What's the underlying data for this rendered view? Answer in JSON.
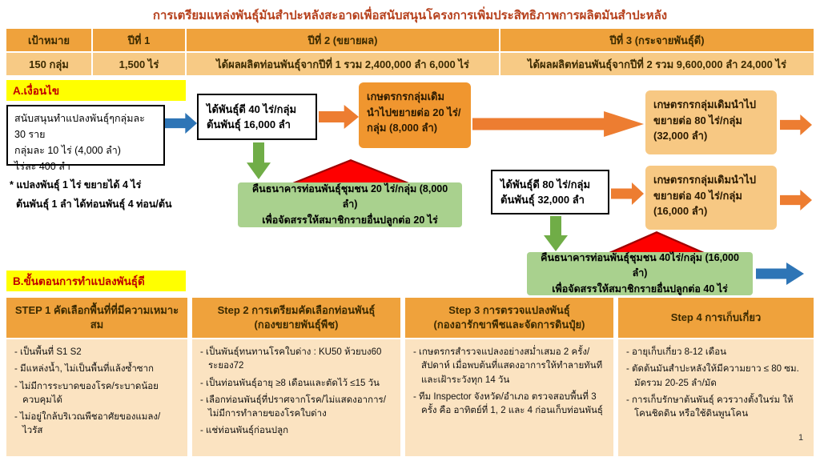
{
  "title": "การเตรียมแหล่งพันธุ์มันสำปะหลังสะอาดเพื่อสนับสนุนโครงการเพิ่มประสิทธิภาพการผลิตมันสำปะหลัง",
  "top_table": {
    "headers": [
      "เป้าหมาย",
      "ปีที่ 1",
      "ปีที่ 2 (ขยายผล)",
      "ปีที่ 3 (กระจายพันธุ์ดี)"
    ],
    "values": [
      "150 กลุ่ม",
      "1,500 ไร่",
      "ได้ผลผลิตท่อนพันธุ์จากปีที่ 1 รวม 2,400,000 ลำ 6,000 ไร่",
      "ได้ผลผลิตท่อนพันธุ์จากปีที่ 2 รวม 9,600,000 ลำ 24,000 ไร่"
    ]
  },
  "section_a": {
    "label": "A.เงื่อนไข",
    "support_box": [
      "สนับสนุนทำแปลงพันธุ์ๆกลุ่มละ 30 ราย",
      "กลุ่มละ 10 ไร่ (4,000 ลำ)",
      "ไร่ละ 400 ลำ"
    ],
    "note": [
      "* แปลงพันธุ์ 1 ไร่ ขยายได้ 4 ไร่",
      "ต้นพันธุ์ 1 ลำ ได้ท่อนพันธุ์ 4 ท่อน/ต้น"
    ]
  },
  "flow": {
    "year2_seed": [
      "ได้พันธุ์ดี 40 ไร่/กลุ่ม",
      "ต้นพันธุ์ 16,000 ลำ"
    ],
    "year2_expand": [
      "เกษตรกรกลุ่มเดิม",
      "นำไปขยายต่อ 20 ไร่/",
      "กลุ่ม (8,000 ลำ)"
    ],
    "year2_bank": [
      "คืนธนาคารท่อนพันธุ์ชุมชน 20 ไร่/กลุ่ม (8,000 ลำ)",
      "เพื่อจัดสรรให้สมาชิกรายอื่นปลูกต่อ 20 ไร่"
    ],
    "year3_seed": [
      "ได้พันธุ์ดี 80 ไร่/กลุ่ม",
      "ต้นพันธุ์ 32,000 ลำ"
    ],
    "year3_expand_top": [
      "เกษตรกรกลุ่มเดิมนำไป",
      "ขยายต่อ 80 ไร่/กลุ่ม",
      "(32,000 ลำ)"
    ],
    "year3_expand_mid": [
      "เกษตรกรกลุ่มเดิมนำไป",
      "ขยายต่อ 40 ไร่/กลุ่ม",
      "(16,000 ลำ)"
    ],
    "year3_bank": [
      "คืนธนาคารท่อนพันธุ์ชุมชน 40ไร่/กลุ่ม (16,000 ลำ)",
      "เพื่อจัดสรรให้สมาชิกรายอื่นปลูกต่อ 40 ไร่"
    ]
  },
  "section_b": {
    "label": "B.ขั้นตอนการทำแปลงพันธุ์ดี"
  },
  "steps": [
    {
      "title": "STEP 1 คัดเลือกพื้นที่ที่มีความเหมาะสม",
      "items": [
        "- เป็นพื้นที่ S1 S2",
        "- มีแหล่งน้ำ, ไม่เป็นพื้นที่แล้งซ้ำซาก",
        "- ไม่มีการระบาดของโรค/ระบาดน้อย ควบคุมได้",
        "- ไม่อยู่ใกล้บริเวณพืชอาศัยของแมลง/ไวรัส"
      ]
    },
    {
      "title": "Step 2 การเตรียมคัดเลือกท่อนพันธุ์",
      "subtitle": "(กองขยายพันธุ์พืช)",
      "items": [
        "- เป็นพันธุ์ทนทานโรคใบด่าง : KU50 ห้วยบง60 ระยอง72",
        "- เป็นท่อนพันธุ์อายุ ≥8 เดือนและตัดไว้ ≤15 วัน",
        "- เลือกท่อนพันธุ์ที่ปราศจากโรค/ไม่แสดงอาการ/ไม่มีการทำลายของโรคใบด่าง",
        "- แช่ท่อนพันธุ์ก่อนปลูก"
      ]
    },
    {
      "title": "Step 3 การตรวจแปลงพันธุ์",
      "subtitle": "(กองอารักขาพืชและจัดการดินปุ๋ย)",
      "items": [
        "- เกษตรกรสำรวจแปลงอย่างสม่ำเสมอ 2 ครั้ง/สัปดาห์ เมื่อพบต้นที่แสดงอาการให้ทำลายทันทีและเฝ้าระวังทุก 14 วัน",
        "- ทีม Inspector จังหวัด/อำเภอ ตรวจสอบพื้นที่ 3 ครั้ง คือ อาทิตย์ที่ 1, 2 และ 4 ก่อนเก็บท่อนพันธุ์"
      ]
    },
    {
      "title": "Step 4 การเก็บเกี่ยว",
      "items": [
        "- อายุเก็บเกี่ยว 8-12 เดือน",
        "- ตัดต้นมันสำปะหลังให้มีความยาว ≤ 80 ซม. มัดรวม 20-25 ลำ/มัด",
        "- การเก็บรักษาต้นพันธุ์ ควรวางตั้งในร่ม ให้โคนชิดดิน หรือใช้ดินพูนโคน"
      ]
    }
  ],
  "page_number": "1",
  "icons": {
    "right_arrow": "→",
    "down_arrow": "↓",
    "red_triangle": "▲"
  },
  "colors": {
    "title_text": "#B6401C",
    "header_orange": "#EFA23C",
    "subheader_orange": "#F7CA85",
    "yellow_label": "#FFFF00",
    "yellow_label_text": "#C00000",
    "flow_orange": "#F0962F",
    "flow_tan": "#F7C883",
    "green_box": "#A9D18E",
    "red_triangle": "#FE0000",
    "blue_arrow": "#2E75B6",
    "orange_arrow": "#ED7D31",
    "green_arrow": "#70AD47",
    "step_body_bg": "#FBE3C1"
  }
}
